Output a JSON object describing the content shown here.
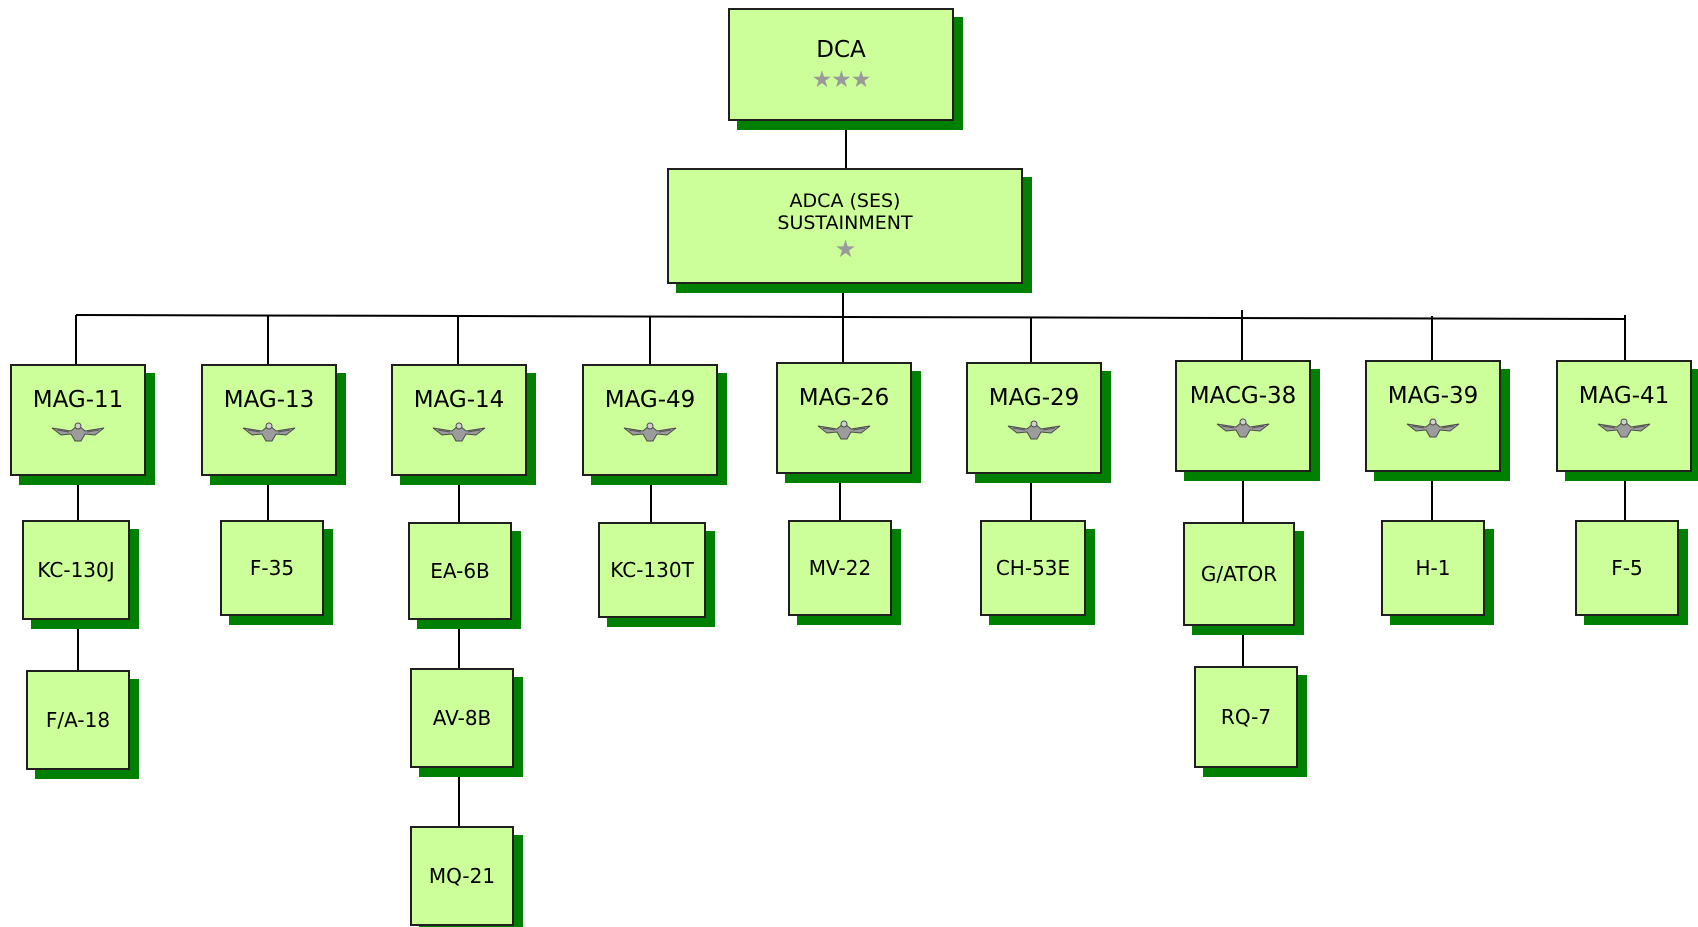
{
  "colors": {
    "box_fill": "#ccff99",
    "shadow": "#008000",
    "border": "#1f1f1f",
    "rank_icon": "#9a9a9a"
  },
  "top": {
    "label": "DCA",
    "rank_icon": "three-star-icon"
  },
  "adca": {
    "line1": "ADCA  (SES)",
    "line2": "SUSTAINMENT",
    "rank_icon": "one-star-icon"
  },
  "groups": [
    {
      "label": "MAG-11",
      "rank_icon": "eagle-insignia-icon",
      "aircraft": [
        "KC-130J",
        "F/A-18"
      ]
    },
    {
      "label": "MAG-13",
      "rank_icon": "eagle-insignia-icon",
      "aircraft": [
        "F-35"
      ]
    },
    {
      "label": "MAG-14",
      "rank_icon": "eagle-insignia-icon",
      "aircraft": [
        "EA-6B",
        "AV-8B",
        "MQ-21"
      ]
    },
    {
      "label": "MAG-49",
      "rank_icon": "eagle-insignia-icon",
      "aircraft": [
        "KC-130T"
      ]
    },
    {
      "label": "MAG-26",
      "rank_icon": "eagle-insignia-icon",
      "aircraft": [
        "MV-22"
      ]
    },
    {
      "label": "MAG-29",
      "rank_icon": "eagle-insignia-icon",
      "aircraft": [
        "CH-53E"
      ]
    },
    {
      "label": "MACG-38",
      "rank_icon": "eagle-insignia-icon",
      "aircraft": [
        "G/ATOR",
        "RQ-7"
      ]
    },
    {
      "label": "MAG-39",
      "rank_icon": "eagle-insignia-icon",
      "aircraft": [
        "H-1"
      ]
    },
    {
      "label": "MAG-41",
      "rank_icon": "eagle-insignia-icon",
      "aircraft": [
        "F-5"
      ]
    }
  ]
}
